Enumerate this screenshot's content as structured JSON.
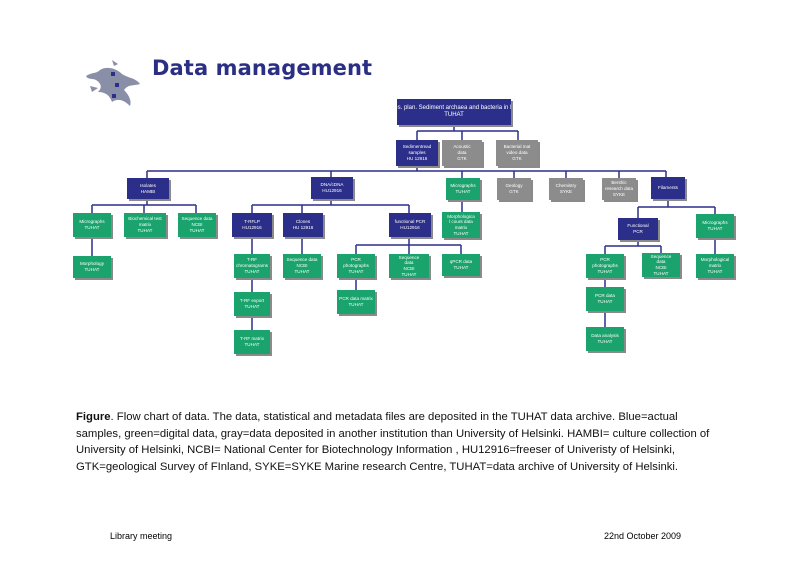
{
  "slide": {
    "title": "Data management",
    "footer_left": "Library meeting",
    "footer_right": "22nd October  2009"
  },
  "colors": {
    "blue": "#2b2f8a",
    "green": "#1aa36c",
    "gray": "#8c8c8c",
    "title": "#2a2f84"
  },
  "icons": {
    "logo": "university-flame-logo"
  },
  "caption": {
    "label": "Figure",
    "text": ". Flow chart of  data.  The data, statistical  and metadata files are deposited in the TUHAT data archive. Blue=actual samples, green=digital data, gray=data deposited in another institution than University of Helsinki. HAMBI= culture collection of University of Helsinki, NCBI= National Center for Biotechnology Information , HU12916=freeser of Univeristy of Helsinki, GTK=geological Survey of FInland, SYKE=SYKE Marine research Centre, TUHAT=data archive of University of Helsinki."
  },
  "flowchart": {
    "nodes": [
      {
        "id": "root",
        "kind": "blue",
        "lines": [
          "Res. plan.  Sediment archaea and bacteria in BS",
          "TUHAT"
        ]
      },
      {
        "id": "sediment",
        "kind": "blue",
        "lines": [
          "Sedimentread",
          "samples",
          "HU 12916"
        ]
      },
      {
        "id": "acoustic",
        "kind": "gray",
        "lines": [
          "Acoustic",
          "data",
          "GTK"
        ]
      },
      {
        "id": "video",
        "kind": "gray",
        "lines": [
          "Bacterial mat",
          "video data",
          "GTK"
        ]
      },
      {
        "id": "isolates",
        "kind": "blue",
        "lines": [
          "Isolates",
          "HAMBI"
        ]
      },
      {
        "id": "dnarna",
        "kind": "blue",
        "lines": [
          "DNA/cDNA",
          "HU12916"
        ]
      },
      {
        "id": "micrographs1",
        "kind": "green",
        "lines": [
          "Micrographs",
          "TUHAT"
        ]
      },
      {
        "id": "geology",
        "kind": "gray",
        "lines": [
          "Geology",
          "GTK"
        ]
      },
      {
        "id": "chemistry",
        "kind": "gray",
        "lines": [
          "Chemistry",
          "SYKE"
        ]
      },
      {
        "id": "benthic",
        "kind": "gray",
        "lines": [
          "Benthic",
          "research data",
          "SYKE"
        ]
      },
      {
        "id": "filaments",
        "kind": "blue",
        "lines": [
          "Filaments"
        ]
      },
      {
        "id": "iso_micro",
        "kind": "green",
        "lines": [
          "Micrographs",
          "TUHAT"
        ]
      },
      {
        "id": "biochem",
        "kind": "green",
        "lines": [
          "Biochemical test",
          "matrix",
          "TUHAT"
        ]
      },
      {
        "id": "iso_seq",
        "kind": "green",
        "lines": [
          "Sequence data",
          "NCBI",
          "TUHAT"
        ]
      },
      {
        "id": "morph1",
        "kind": "green",
        "lines": [
          "Morphology",
          "TUHAT"
        ]
      },
      {
        "id": "trflp",
        "kind": "blue",
        "lines": [
          "T-RFLP",
          "HU12916"
        ]
      },
      {
        "id": "clones",
        "kind": "blue",
        "lines": [
          "Clones",
          "HU 12916"
        ]
      },
      {
        "id": "fpcr",
        "kind": "blue",
        "lines": [
          "functional PCR",
          "HU12916"
        ]
      },
      {
        "id": "morphcount",
        "kind": "green",
        "lines": [
          "Morphologica",
          "l count data",
          "matrix",
          "TUHAT"
        ]
      },
      {
        "id": "trf_chrom",
        "kind": "green",
        "lines": [
          "T-RF",
          "chromatograms",
          "TUHAT"
        ]
      },
      {
        "id": "trf_export",
        "kind": "green",
        "lines": [
          "T-RF export",
          "TUHAT"
        ]
      },
      {
        "id": "trf_matrix",
        "kind": "green",
        "lines": [
          "T-RF matrix",
          "TUHAT"
        ]
      },
      {
        "id": "clone_seq",
        "kind": "green",
        "lines": [
          "Sequence data",
          "NCBI",
          "TUHAT"
        ]
      },
      {
        "id": "pcr_photo",
        "kind": "green",
        "lines": [
          "PCR",
          "photographs",
          "TUHAT"
        ]
      },
      {
        "id": "fpcr_seq",
        "kind": "green",
        "lines": [
          "Sequence",
          "data",
          "NCBI",
          "TUHAT"
        ]
      },
      {
        "id": "qpcr",
        "kind": "green",
        "lines": [
          "qPCR data",
          "TUHAT"
        ]
      },
      {
        "id": "pcr_matrix",
        "kind": "green",
        "lines": [
          "PCR data matrix",
          "TUHAT"
        ]
      },
      {
        "id": "fil_pcr",
        "kind": "blue",
        "lines": [
          "Functional",
          "PCR"
        ]
      },
      {
        "id": "fil_micro",
        "kind": "green",
        "lines": [
          "Micrographs",
          "TUHAT"
        ]
      },
      {
        "id": "fil_photo",
        "kind": "green",
        "lines": [
          "PCR",
          "photographs",
          "TUHAT"
        ]
      },
      {
        "id": "fil_seq",
        "kind": "green",
        "lines": [
          "Sequence",
          "data",
          "NCBI",
          "TUHAT"
        ]
      },
      {
        "id": "fil_morph",
        "kind": "green",
        "lines": [
          "Morphological",
          "matrix",
          "TUHAT"
        ]
      },
      {
        "id": "fil_pcrdata",
        "kind": "green",
        "lines": [
          "PCR data",
          "TUHAT"
        ]
      },
      {
        "id": "data_analysis",
        "kind": "green",
        "lines": [
          "Data analysis",
          "TUHAT"
        ]
      }
    ]
  }
}
